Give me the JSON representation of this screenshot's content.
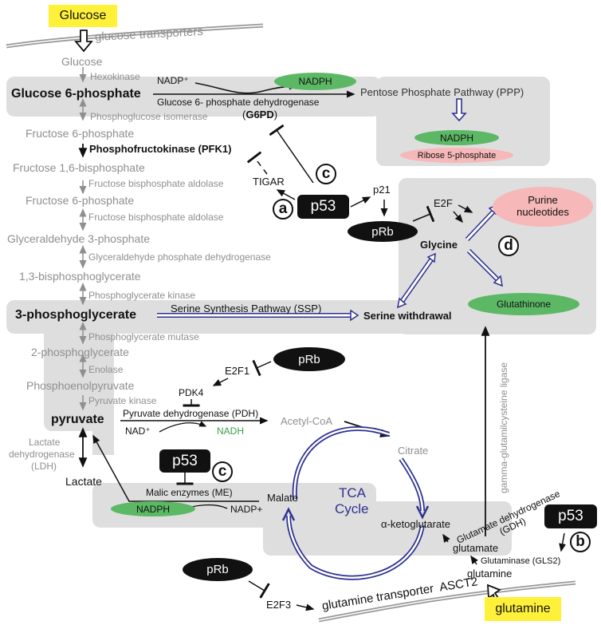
{
  "extracellular": {
    "glucose": "Glucose",
    "glutamine": "glutamine"
  },
  "transporters": {
    "glucose": "glucose transporters",
    "glutamine": "glutamine transporter  ASCT2"
  },
  "glycolysis": {
    "glucose": "Glucose",
    "hexokinase": "Hexokinase",
    "g6p": "Glucose 6-phosphate",
    "pgi": "Phosphoglucose isomerase",
    "f6p": "Fructose 6-phosphate",
    "pfk1": "Phosphofructokinase (PFK1)",
    "f16bp": "Fructose 1,6-bisphosphate",
    "aldolase1": "Fructose bisphosphate aldolase",
    "f6p2": "Fructose 6-phosphate",
    "aldolase2": "Fructose bisphosphate aldolase",
    "g3p": "Glyceraldehyde 3-phosphate",
    "gapdh": "Glyceraldehyde phosphate dehydrogenase",
    "bpg13": "1,3-bisphosphoglycerate",
    "pgk": "Phosphoglycerate kinase",
    "pg3": "3-phosphoglycerate",
    "pgm": "Phosphoglycerate mutase",
    "pg2": "2-phosphoglycerate",
    "enolase": "Enolase",
    "pep": "Phosphoenolpyruvate",
    "pk": "Pyruvate kinase",
    "pyruvate": "pyruvate",
    "ldh": [
      "Lactate",
      "dehydrogenase",
      "(LDH)"
    ],
    "lactate": "Lactate"
  },
  "ppp": {
    "nadp_plus": "NADP⁺",
    "nadph": "NADPH",
    "g6pd_name": "Glucose 6- phosphate dehydrogenase",
    "g6pd_open": "(",
    "g6pd_abbr": "G6PD",
    "g6pd_close": ")",
    "title": "Pentose Phosphate Pathway (PPP)",
    "product_nadph": "NADPH",
    "product_ribose": "Ribose 5-phosphate"
  },
  "regulators": {
    "tigar": "TIGAR",
    "p53": "p53",
    "p21": "p21",
    "prb": "pRb",
    "e2f": "E2F",
    "e2f1": "E2F1",
    "e2f3": "E2F3",
    "pdk4": "PDK4",
    "labels": {
      "a": "a",
      "b": "b",
      "c": "c",
      "d": "d"
    }
  },
  "serine": {
    "ssp": "Serine Synthesis Pathway (SSP)",
    "withdrawal": "Serine withdrawal",
    "glycine": "Glycine",
    "purine": [
      "Purine",
      "nucleotides"
    ],
    "glutathione": "Glutathinone",
    "gcl": "gamma-glutamilcysteine ligase"
  },
  "pdh": {
    "enzyme": "Pyruvate dehydrogenase (PDH)",
    "nad": "NAD⁺",
    "nadh": "NADH",
    "acetyl_coa": "Acetyl-CoA"
  },
  "tca": {
    "title": [
      "TCA",
      "Cycle"
    ],
    "citrate": "Citrate",
    "akg": "α-ketoglutarate",
    "malate": "Malate"
  },
  "malic": {
    "enzyme": "Malic enzymes (ME)",
    "nadph": "NADPH",
    "nadp": "NADP+"
  },
  "glutamine_path": {
    "gdh": [
      "Glutamate dehydrogenase",
      "(GDH)"
    ],
    "glutamate": "glutamate",
    "gls2": "Glutaminase (GLS2)",
    "glutamine": "glutamine"
  },
  "colors": {
    "panel": "#dedede",
    "nadph_green": "#5cb865",
    "pink": "#f6b8b8",
    "pathway_blue": "#2e3192",
    "highlight_yellow": "#fff13a",
    "enzyme_gray": "#8f8f8f"
  }
}
